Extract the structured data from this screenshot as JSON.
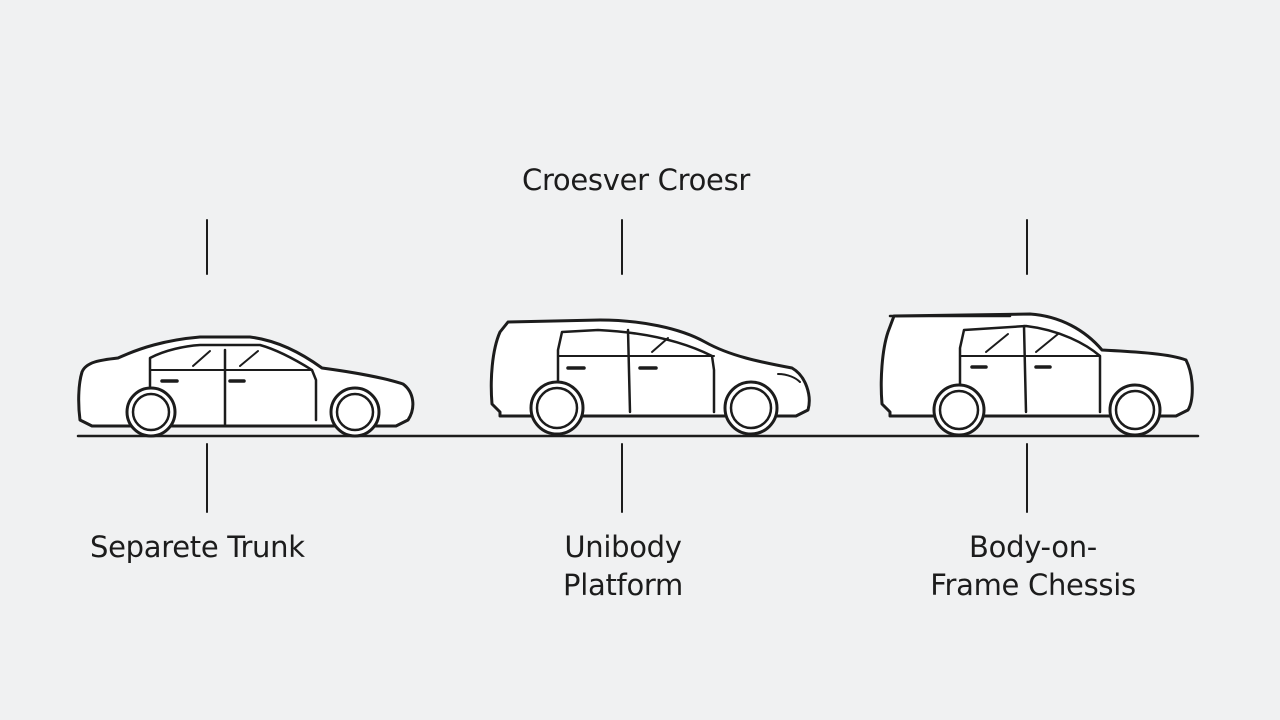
{
  "diagram": {
    "top_label": "Croesver Croesr",
    "vehicles": [
      {
        "caption_lines": [
          "Separete Trunk"
        ]
      },
      {
        "caption_lines": [
          "Unibody",
          "Platform"
        ]
      },
      {
        "caption_lines": [
          "Body-on-",
          "Frame Chessis"
        ]
      }
    ]
  },
  "colors": {
    "background": "#f0f1f2",
    "ink": "#1c1c1c",
    "car_fill": "#ffffff"
  }
}
